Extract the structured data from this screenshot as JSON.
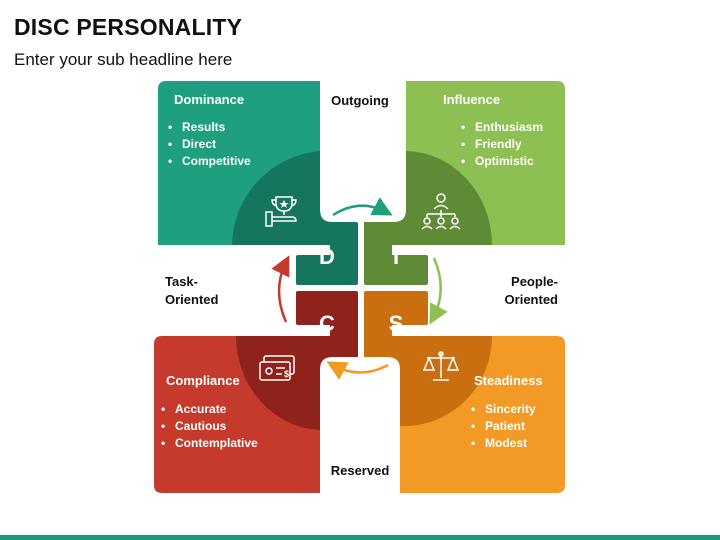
{
  "header": {
    "title": "DISC PERSONALITY",
    "subtitle": "Enter your sub headline here"
  },
  "axes": {
    "top": "Outgoing",
    "bottom": "Reserved",
    "left_line1": "Task-",
    "left_line2": "Oriented",
    "right_line1": "People-",
    "right_line2": "Oriented"
  },
  "quadrants": {
    "d": {
      "letter": "D",
      "title": "Dominance",
      "items": [
        "Results",
        "Direct",
        "Competitive"
      ],
      "color": "#1d9f80",
      "dark": "#15755f",
      "icon": "trophy-hand-icon"
    },
    "i": {
      "letter": "I",
      "title": "Influence",
      "items": [
        "Enthusiasm",
        "Friendly",
        "Optimistic"
      ],
      "color": "#8ebf52",
      "dark": "#5f8a36",
      "icon": "org-chart-icon"
    },
    "s": {
      "letter": "S",
      "title": "Steadiness",
      "items": [
        "Sincerity",
        "Patient",
        "Modest"
      ],
      "color": "#f29a25",
      "dark": "#c96f10",
      "icon": "balance-scale-icon"
    },
    "c": {
      "letter": "C",
      "title": "Compliance",
      "items": [
        "Accurate",
        "Cautious",
        "Contemplative"
      ],
      "color": "#c53a2c",
      "dark": "#8f221a",
      "icon": "payment-card-icon"
    }
  }
}
